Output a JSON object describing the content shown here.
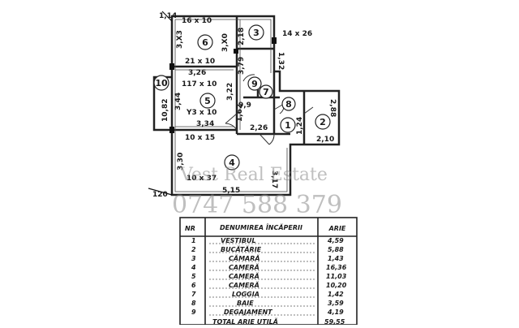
{
  "plan": {
    "dims": {
      "d_114": "1,14",
      "d_16x10": "16 x 10",
      "d_3x3_top": "3,X3",
      "d_3x0": "3,X0",
      "d_218": "2,18",
      "d_14x26": "14 x 26",
      "d_132": "1,32",
      "d_21x10": "21 x 10",
      "d_326": "3,26",
      "d_379": "3,79",
      "d_117x10": "117 x 10",
      "d_322": "3,22",
      "d_10": "10",
      "d_1082": "10,82",
      "d_344": "3,44",
      "d_y3x10": "Y3 x 10",
      "d_99": "9,9",
      "d_162": "1,62",
      "d_288": "2,88",
      "d_226": "2,26",
      "d_124": "1,24",
      "d_334": "3,34",
      "d_210": "2,10",
      "d_10x15": "10 x 15",
      "d_330": "3,30",
      "d_10x37": "10 x 37",
      "d_317": "3,17",
      "d_120": "120",
      "d_515": "5,15"
    },
    "rooms": {
      "r1": "1",
      "r2": "2",
      "r4": "4",
      "r5": "5",
      "r6": "6",
      "r7": "7",
      "r8": "8",
      "r9": "9"
    }
  },
  "watermark": {
    "line1": "Vest Real Estate",
    "line2": "0747 588 379"
  },
  "table": {
    "headers": {
      "nr": "NR",
      "name": "DENUMIREA ÎNCĂPERII",
      "area": "ARIE"
    },
    "rows": [
      {
        "nr": "1",
        "name": "VESTIBUL",
        "area": "4,59"
      },
      {
        "nr": "2",
        "name": "BUCĂTĂRIE",
        "area": "5,88"
      },
      {
        "nr": "3",
        "name": "CĂMARĂ",
        "area": "1,43"
      },
      {
        "nr": "4",
        "name": "CAMERĂ",
        "area": "16,36"
      },
      {
        "nr": "5",
        "name": "CAMERĂ",
        "area": "11,03"
      },
      {
        "nr": "6",
        "name": "CAMERĂ",
        "area": "10,20"
      },
      {
        "nr": "7",
        "name": "LOGGIA",
        "area": "1,42"
      },
      {
        "nr": "8",
        "name": "BAIE",
        "area": "3,59"
      },
      {
        "nr": "9",
        "name": "DEGAJAMENT",
        "area": "4,19"
      }
    ],
    "footer": {
      "label": "TOTAL ARIE UTILĂ",
      "value": "59,55"
    }
  }
}
